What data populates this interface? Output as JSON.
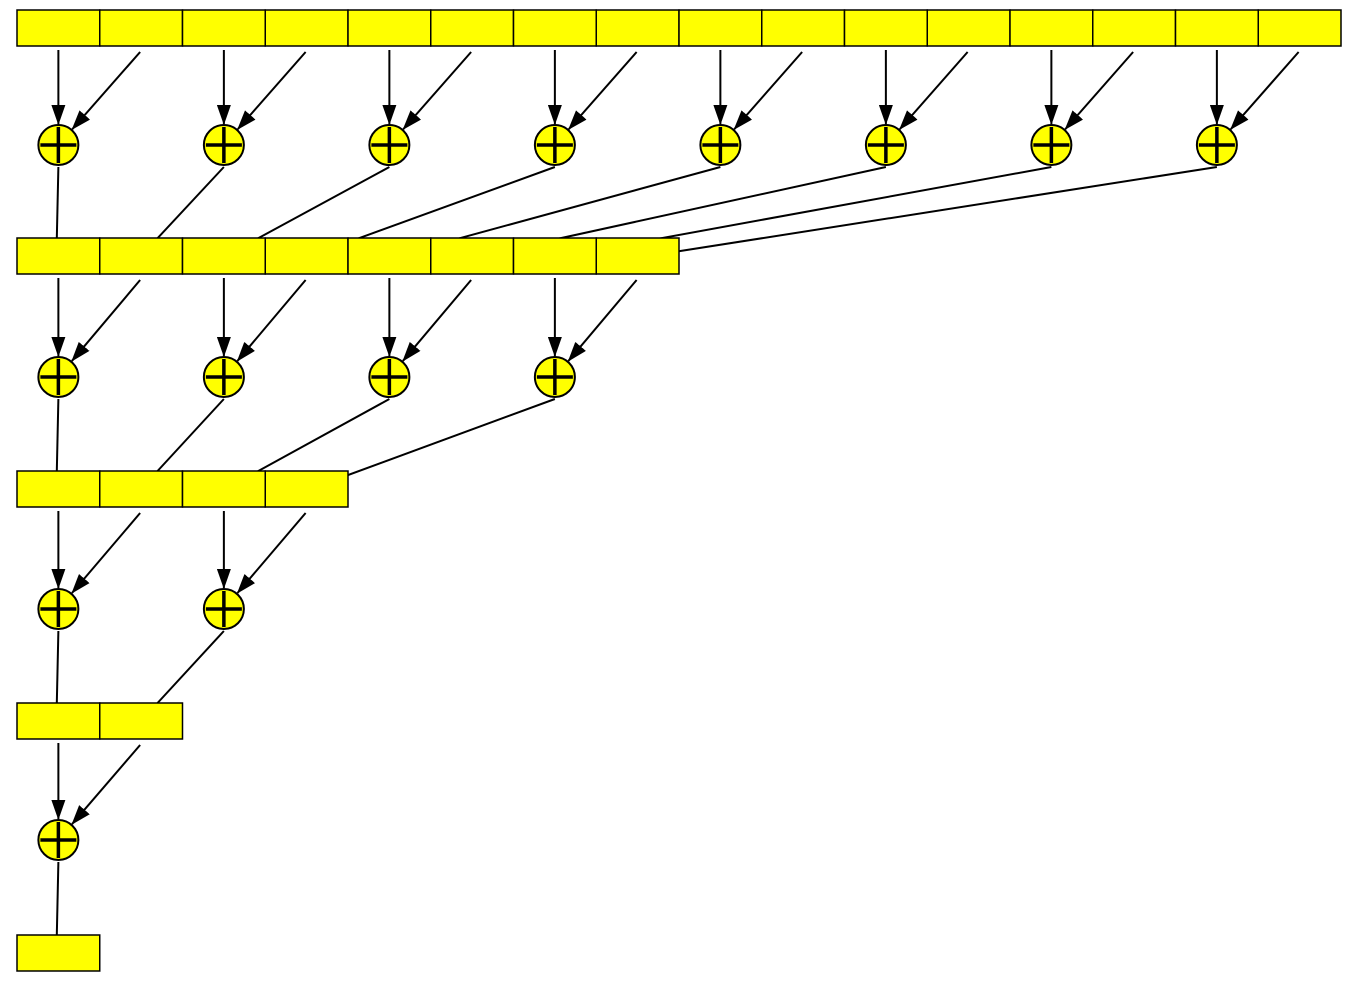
{
  "diagram": {
    "type": "parallel-reduction",
    "operator_symbol": "plus",
    "levels": [
      {
        "cells": 16
      },
      {
        "cells": 8
      },
      {
        "cells": 4
      },
      {
        "cells": 2
      },
      {
        "cells": 1
      }
    ],
    "colors": {
      "cell_fill": "#ffff00",
      "node_fill": "#ffff00",
      "stroke": "#000000",
      "background": "#ffffff"
    }
  }
}
